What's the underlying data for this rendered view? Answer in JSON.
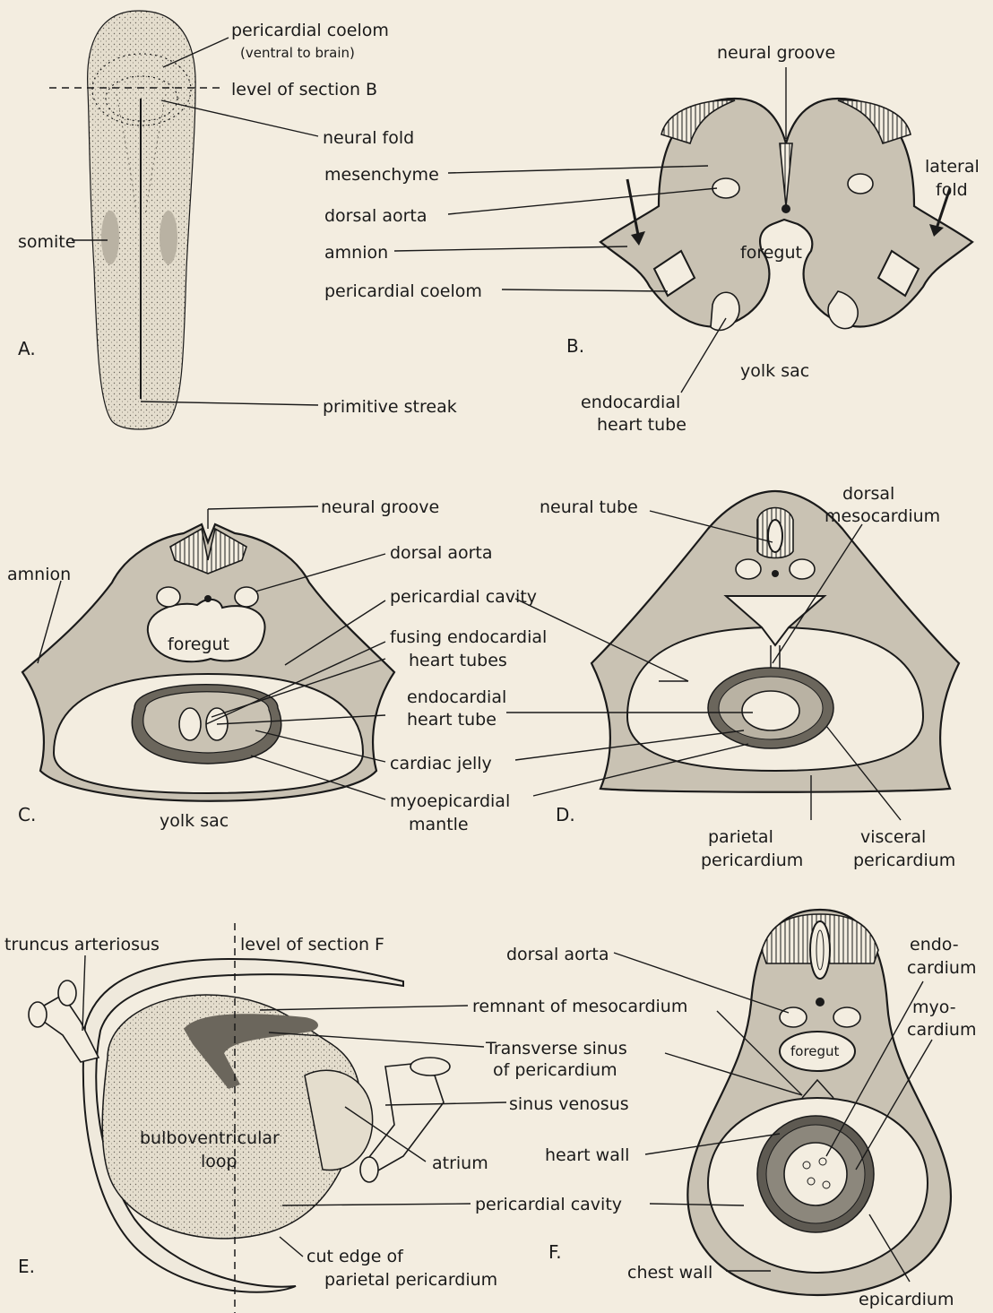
{
  "panels": {
    "A": {
      "letter": "A.",
      "pericardial_coelom": "pericardial coelom",
      "ventral_to_brain": "(ventral to brain)",
      "level_of_section_b": "level of section B",
      "neural_fold": "neural fold",
      "somite": "somite",
      "primitive_streak": "primitive streak"
    },
    "B": {
      "letter": "B.",
      "neural_groove": "neural groove",
      "mesenchyme": "mesenchyme",
      "dorsal_aorta": "dorsal aorta",
      "amnion": "amnion",
      "pericardial_coelom": "pericardial coelom",
      "lateral": "lateral",
      "fold": "fold",
      "foregut": "foregut",
      "yolk_sac": "yolk sac",
      "endocardial": "endocardial",
      "heart_tube": "heart tube"
    },
    "C": {
      "letter": "C.",
      "neural_groove": "neural groove",
      "dorsal_aorta": "dorsal aorta",
      "amnion": "amnion",
      "pericardial_cavity": "pericardial cavity",
      "foregut": "foregut",
      "fusing_endocardial": "fusing endocardial",
      "heart_tubes": "heart tubes",
      "endocardial": "endocardial",
      "heart_tube": "heart tube",
      "cardiac_jelly": "cardiac jelly",
      "myoepicardial": "myoepicardial",
      "mantle": "mantle",
      "yolk_sac": "yolk sac"
    },
    "D": {
      "letter": "D.",
      "neural_tube": "neural tube",
      "dorsal": "dorsal",
      "mesocardium": "mesocardium",
      "parietal": "parietal",
      "pericardium_1": "pericardium",
      "visceral": "visceral",
      "pericardium_2": "pericardium"
    },
    "E": {
      "letter": "E.",
      "truncus_arteriosus": "truncus arteriosus",
      "level_of_section_f": "level of section F",
      "remnant_of_mesocardium": "remnant of mesocardium",
      "transverse_sinus": "Transverse sinus",
      "of_pericardium": "of pericardium",
      "sinus_venosus": "sinus venosus",
      "bulboventricular": "bulboventricular",
      "loop": "loop",
      "atrium": "atrium",
      "pericardial_cavity": "pericardial cavity",
      "cut_edge_of": "cut edge of",
      "parietal_pericardium": "parietal pericardium"
    },
    "F": {
      "letter": "F.",
      "dorsal_aorta": "dorsal aorta",
      "endo": "endo-",
      "cardium_1": "cardium",
      "myo": "myo-",
      "cardium_2": "cardium",
      "foregut": "foregut",
      "heart_wall": "heart wall",
      "chest_wall": "chest wall",
      "epicardium": "epicardium"
    }
  }
}
